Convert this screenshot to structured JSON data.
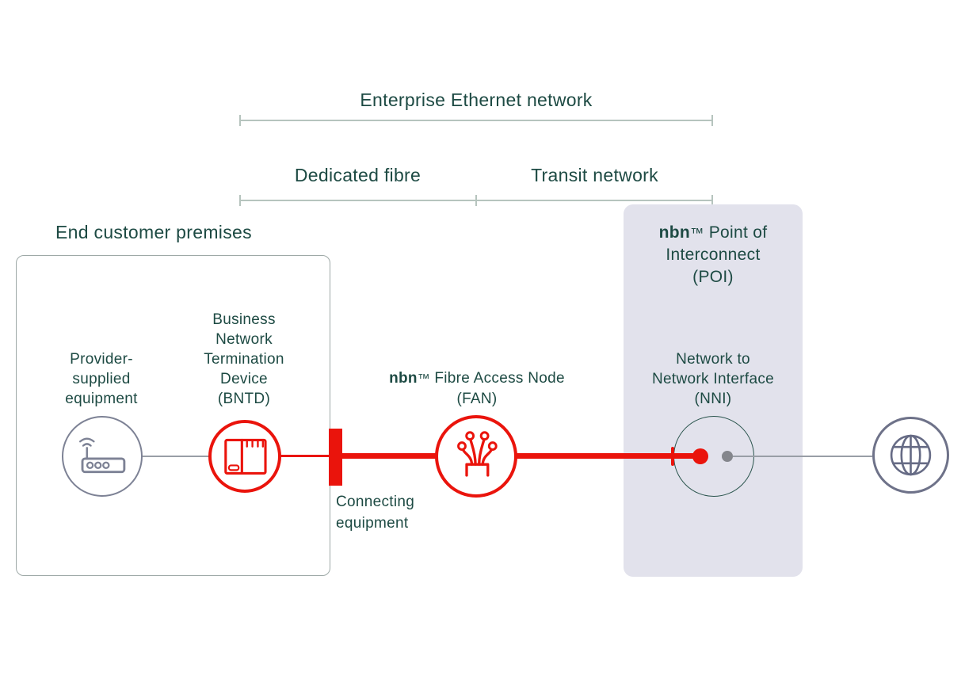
{
  "colors": {
    "text_teal": "#1d4a43",
    "nbn_red": "#ea140c",
    "icon_gray": "#7d8295",
    "globe_gray": "#6e7289",
    "line_gray": "#999ea6",
    "poi_lavender": "#e2e2ec",
    "bracket_green_gray": "#b6c4be",
    "premises_border_gray": "#9ea9a7",
    "nni_circle_teal": "#2a544d"
  },
  "icon_names": {
    "provider": "wifi-router-icon",
    "bntd": "network-termination-device-icon",
    "connecting": "connecting-equipment-block",
    "fan": "fibre-cable-icon",
    "nni_red_dot": "red-endpoint-dot",
    "nni_gray_dot": "gray-endpoint-dot",
    "internet": "globe-icon"
  },
  "spans": {
    "network_title": "Enterprise Ethernet network",
    "dedicated_fibre": "Dedicated fibre",
    "transit_network": "Transit network"
  },
  "premises": {
    "title": "End customer premises",
    "provider": {
      "line1": "Provider-",
      "line2": "supplied",
      "line3": "equipment"
    },
    "bntd": {
      "line1": "Business",
      "line2": "Network",
      "line3": "Termination",
      "line4": "Device",
      "line5": "(BNTD)"
    }
  },
  "connecting": {
    "line1": "Connecting",
    "line2": "equipment"
  },
  "fan": {
    "brand": "nbn",
    "tm": "™",
    "rest": " Fibre Access Node",
    "line2": "(FAN)"
  },
  "poi": {
    "brand": "nbn",
    "tm": "™",
    "rest": " Point of",
    "line2": "Interconnect",
    "line3": "(POI)"
  },
  "nni": {
    "line1": "Network to",
    "line2": "Network Interface",
    "line3": "(NNI)"
  }
}
